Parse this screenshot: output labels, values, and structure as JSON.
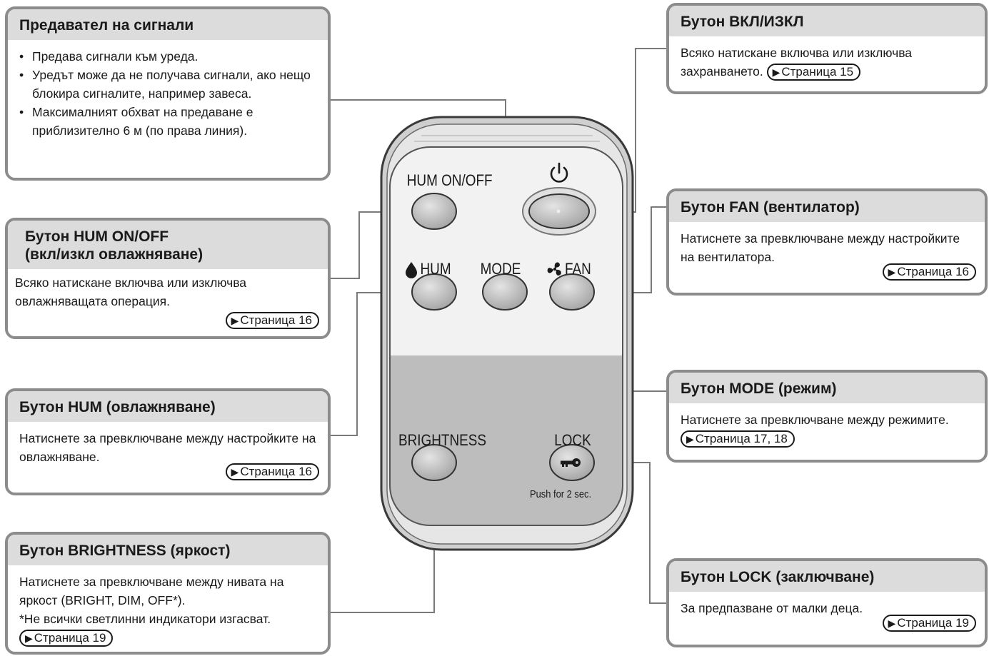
{
  "boxes": {
    "transmitter": {
      "title": "Предавател на сигнали",
      "bullets": [
        "Предава сигнали към уреда.",
        "Уредът може да не получава сигнали, ако нещо блокира сигналите, например завеса.",
        "Максималният обхват на предаване е приблизително 6 м (по права линия)."
      ]
    },
    "onoff": {
      "title": "Бутон ВКЛ/ИЗКЛ",
      "text": "Всяко натискане включва или изключва захранването.",
      "ref": "Страница 15"
    },
    "hum_onoff": {
      "title_line1": "Бутон HUM ON/OFF",
      "title_line2": "(вкл/изкл овлажняване)",
      "text": "Всяко натискане включва или изключва овлажняващата операция.",
      "ref": "Страница 16"
    },
    "fan": {
      "title": "Бутон FAN (вентилатор)",
      "text": "Натиснете за превключване между настройките на вентилатора.",
      "ref": "Страница 16"
    },
    "hum": {
      "title": "Бутон HUM (овлажняване)",
      "text": "Натиснете за превключване между настройките на овлажняване.",
      "ref": "Страница 16"
    },
    "mode": {
      "title": "Бутон MODE (режим)",
      "text": "Натиснете за превключване между режимите.",
      "ref": "Страница 17, 18"
    },
    "brightness": {
      "title": "Бутон BRIGHTNESS (яркост)",
      "text": "Натиснете за превключване между нивата на яркост (BRIGHT, DIM, OFF*).",
      "note": "*Не всички светлинни индикатори изгасват.",
      "ref": "Страница 19"
    },
    "lock": {
      "title": "Бутон LOCK (заключване)",
      "text": "За предпазване от малки деца.",
      "ref": "Страница 19"
    }
  },
  "remote": {
    "hum_onoff_label": "HUM ON/OFF",
    "power_label": "⏻",
    "hum_label": "HUM",
    "mode_label": "MODE",
    "fan_label": "FAN",
    "brightness_label": "BRIGHTNESS",
    "lock_label": "LOCK",
    "lock_hint": "Push for 2 sec.",
    "icons": [
      "power-icon",
      "water-drop-icon",
      "fan-icon",
      "key-icon"
    ]
  },
  "colors": {
    "box_border": "#8c8c8c",
    "box_header": "#dcdcdc",
    "remote_body": "#e9e9e9",
    "remote_lower": "#b9b9b9",
    "button_fill": "#bdbdbd"
  }
}
